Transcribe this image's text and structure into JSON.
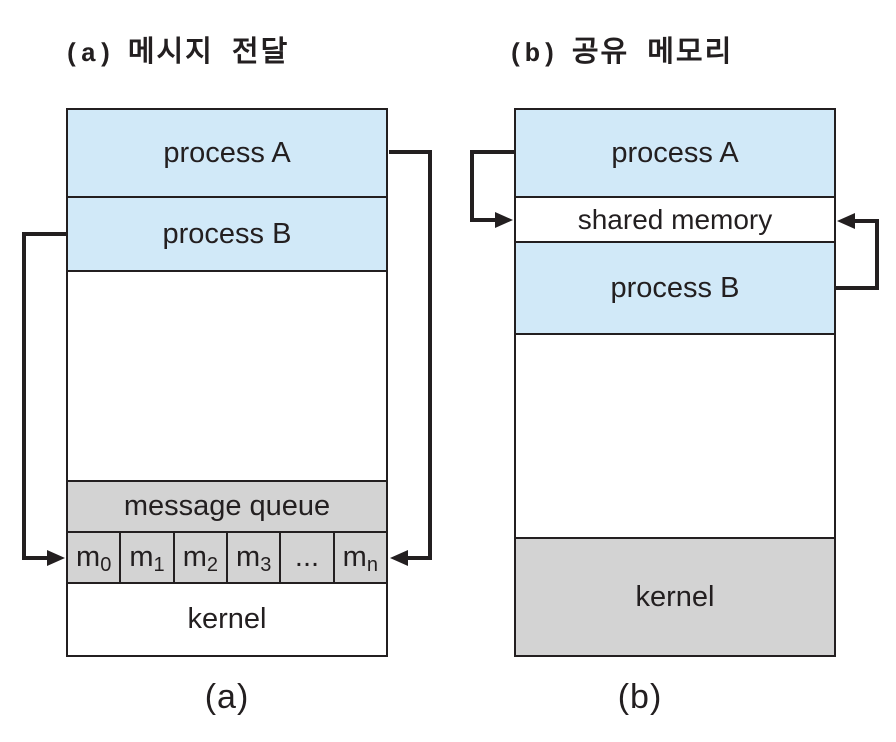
{
  "titles": {
    "a": {
      "prefix": "(a)",
      "text": "메시지 전달"
    },
    "b": {
      "prefix": "(b)",
      "text": "공유 메모리"
    }
  },
  "diagram_a": {
    "process_a": "process A",
    "process_b": "process B",
    "message_queue": "message queue",
    "queue_cells": [
      {
        "base": "m",
        "sub": "0"
      },
      {
        "base": "m",
        "sub": "1"
      },
      {
        "base": "m",
        "sub": "2"
      },
      {
        "base": "m",
        "sub": "3"
      },
      {
        "base": "...",
        "sub": ""
      },
      {
        "base": "m",
        "sub": "n"
      }
    ],
    "kernel": "kernel",
    "caption": "(a)"
  },
  "diagram_b": {
    "process_a": "process A",
    "shared_memory": "shared memory",
    "process_b": "process B",
    "kernel": "kernel",
    "caption": "(b)"
  },
  "colors": {
    "process_fill": "#d1e9f8",
    "queue_fill": "#d3d3d3",
    "line": "#231f20",
    "text": "#231f20"
  }
}
